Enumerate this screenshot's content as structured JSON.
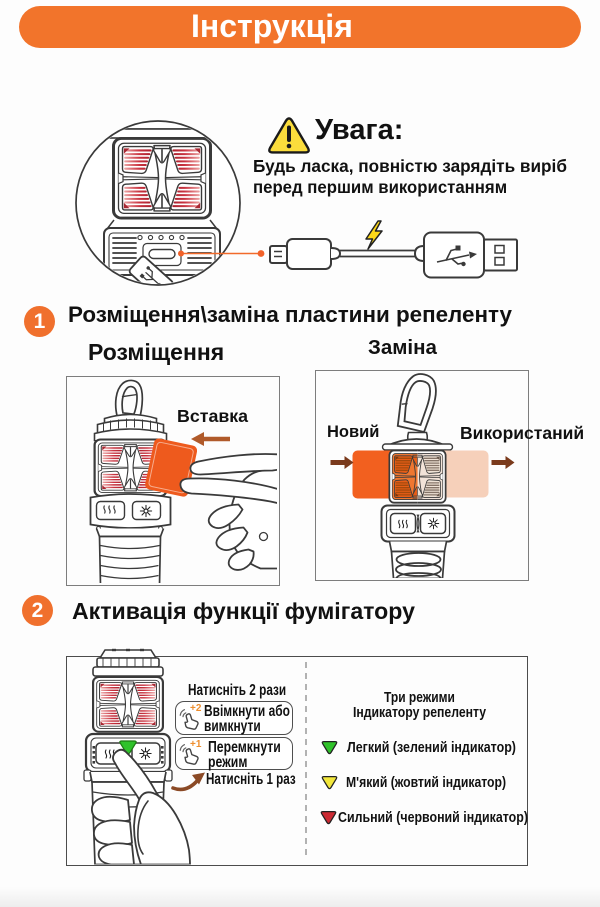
{
  "banner": {
    "title": "Інструкція",
    "color": "#f2742b"
  },
  "warning": {
    "heading": "Увага:",
    "line1": "Будь ласка, повністю зарядіть виріб",
    "line2": "перед першим використанням"
  },
  "section1": {
    "number": "1",
    "title": "Розміщення\\заміна пластини репеленту",
    "left_caption": "Розміщення",
    "right_caption": "Заміна",
    "insert_label": "Вставка",
    "new_label": "Новий",
    "used_label": "Використаний"
  },
  "section2": {
    "number": "2",
    "title": "Активація функції фумігатору",
    "press_twice": "Натисніть 2 рази",
    "toggle_line1": "Ввімкнути або",
    "toggle_line2": "вимкнути",
    "switch_line1": "Перемкнути",
    "switch_line2": "режим",
    "press_once": "Натисніть 1 раз",
    "tap2_badge": "+2",
    "tap1_badge": "+1",
    "modes_title_line1": "Три режими",
    "modes_title_line2": "Індикатору репеленту",
    "modes": [
      {
        "label": "Легкий (зелений індикатор)",
        "color": "#2fc22a"
      },
      {
        "label": "М'який (жовтий індикатор)",
        "color": "#f2e73b"
      },
      {
        "label": "Сильний (червоний індикатор)",
        "color": "#cc2a33"
      }
    ]
  },
  "colors": {
    "accent_orange": "#f2742b",
    "plate_new": "#ee5a1d",
    "plate_used": "#f8cfb8",
    "arrow_brown": "#b05a2a",
    "arrow_dark": "#7a3a1c",
    "tap_badge_orange": "#ee8e2e"
  }
}
